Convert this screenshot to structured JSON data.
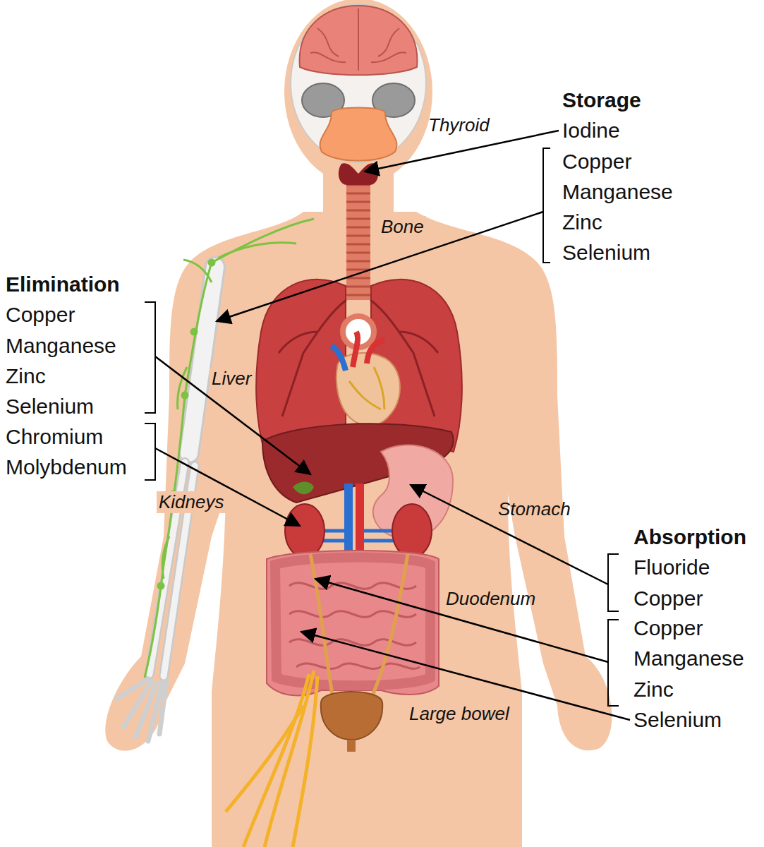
{
  "diagram": {
    "labels": [
      "Storage",
      "Thyroid",
      "Iodine",
      "Copper",
      "Manganese",
      "Zinc",
      "Selenium",
      "Bone",
      "Elimination",
      "Copper",
      "Manganese",
      "Zinc",
      "Selenium",
      "Liver",
      "Chromium",
      "Molybdenum",
      "Kidneys",
      "Stomach",
      "Absorption",
      "Fluoride",
      "Copper",
      "Duodenum",
      "Copper",
      "Manganese",
      "Zinc",
      "Selenium",
      "Large bowel"
    ]
  }
}
